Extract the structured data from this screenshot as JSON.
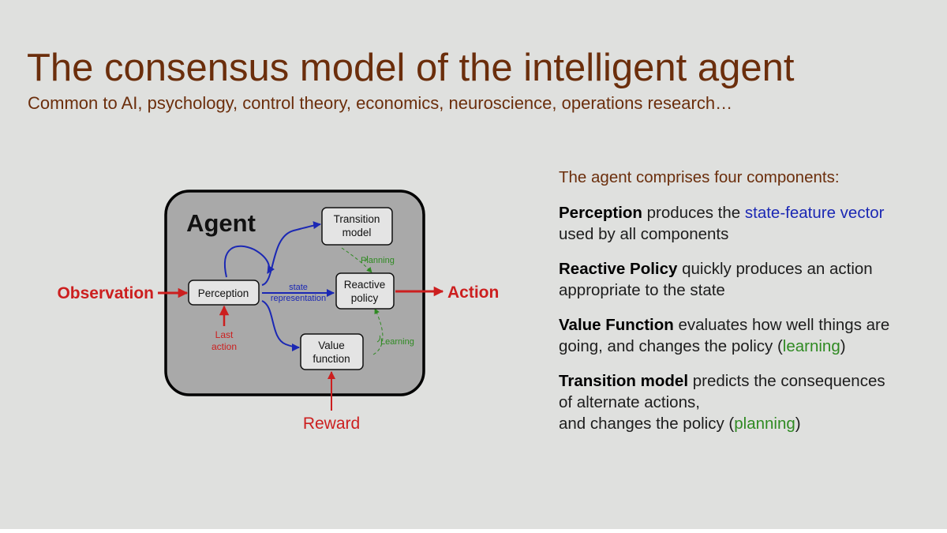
{
  "slide": {
    "title": "The consensus model of the intelligent agent",
    "subtitle": "Common to AI, psychology, control theory, economics, neuroscience, operations research…"
  },
  "diagram": {
    "agent_label": "Agent",
    "nodes": {
      "perception": "Perception",
      "transition_line1": "Transition",
      "transition_line2": "model",
      "reactive_line1": "Reactive",
      "reactive_line2": "policy",
      "value_line1": "Value",
      "value_line2": "function"
    },
    "signals": {
      "observation": "Observation",
      "action": "Action",
      "reward": "Reward",
      "last_action_line1": "Last",
      "last_action_line2": "action",
      "state_line1": "state",
      "state_line2": "representation",
      "planning": "Planning",
      "learning": "Learning"
    },
    "colors": {
      "external_signal": "#cc1f1f",
      "state_arrow": "#1b28b4",
      "update_arrow": "#2f8a22",
      "agent_fill": "#a9a9a9",
      "node_fill": "#e4e4e4"
    }
  },
  "panel": {
    "intro": "The agent comprises four components:",
    "components": [
      {
        "name": "Perception",
        "text_before": " produces the ",
        "highlight": "state-feature vector",
        "line2": "used by all components"
      },
      {
        "name": "Reactive Policy",
        "text_before": " quickly produces an action",
        "line2": "appropriate to the state"
      },
      {
        "name": "Value Function",
        "text_before": " evaluates how well things are",
        "line2_before": "going, and changes the policy (",
        "highlight": "learning",
        "line2_after": ")"
      },
      {
        "name": "Transition model",
        "text_before": " predicts the consequences",
        "line2": "of alternate actions,",
        "line3_before": "and changes the policy (",
        "highlight": "planning",
        "line3_after": ")"
      }
    ]
  }
}
